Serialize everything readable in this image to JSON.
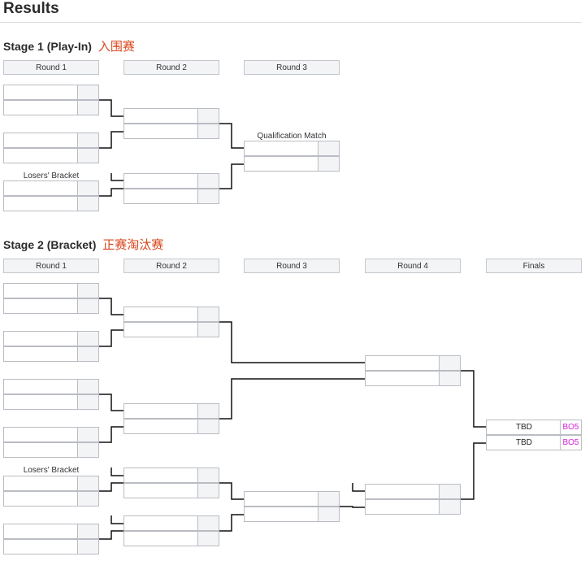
{
  "page": {
    "title": "Results"
  },
  "stage1": {
    "title": "Stage 1 (Play-In)",
    "title_cn": "入围赛",
    "rounds": [
      "Round 1",
      "Round 2",
      "Round 3"
    ],
    "qualification_label": "Qualification Match",
    "losers_label": "Losers' Bracket"
  },
  "stage2": {
    "title": "Stage 2 (Bracket)",
    "title_cn": "正赛淘汰赛",
    "rounds": [
      "Round 1",
      "Round 2",
      "Round 3",
      "Round 4",
      "Finals"
    ],
    "losers_label": "Losers' Bracket",
    "finals": {
      "team1": "TBD",
      "team1_format": "BO5",
      "team2": "TBD",
      "team2_format": "BO5"
    }
  },
  "colors": {
    "accent_cn": "#d9481f",
    "format_tag": "#d61fd6",
    "slot_border": "#b9bcc2",
    "header_bg": "#f3f4f6"
  }
}
